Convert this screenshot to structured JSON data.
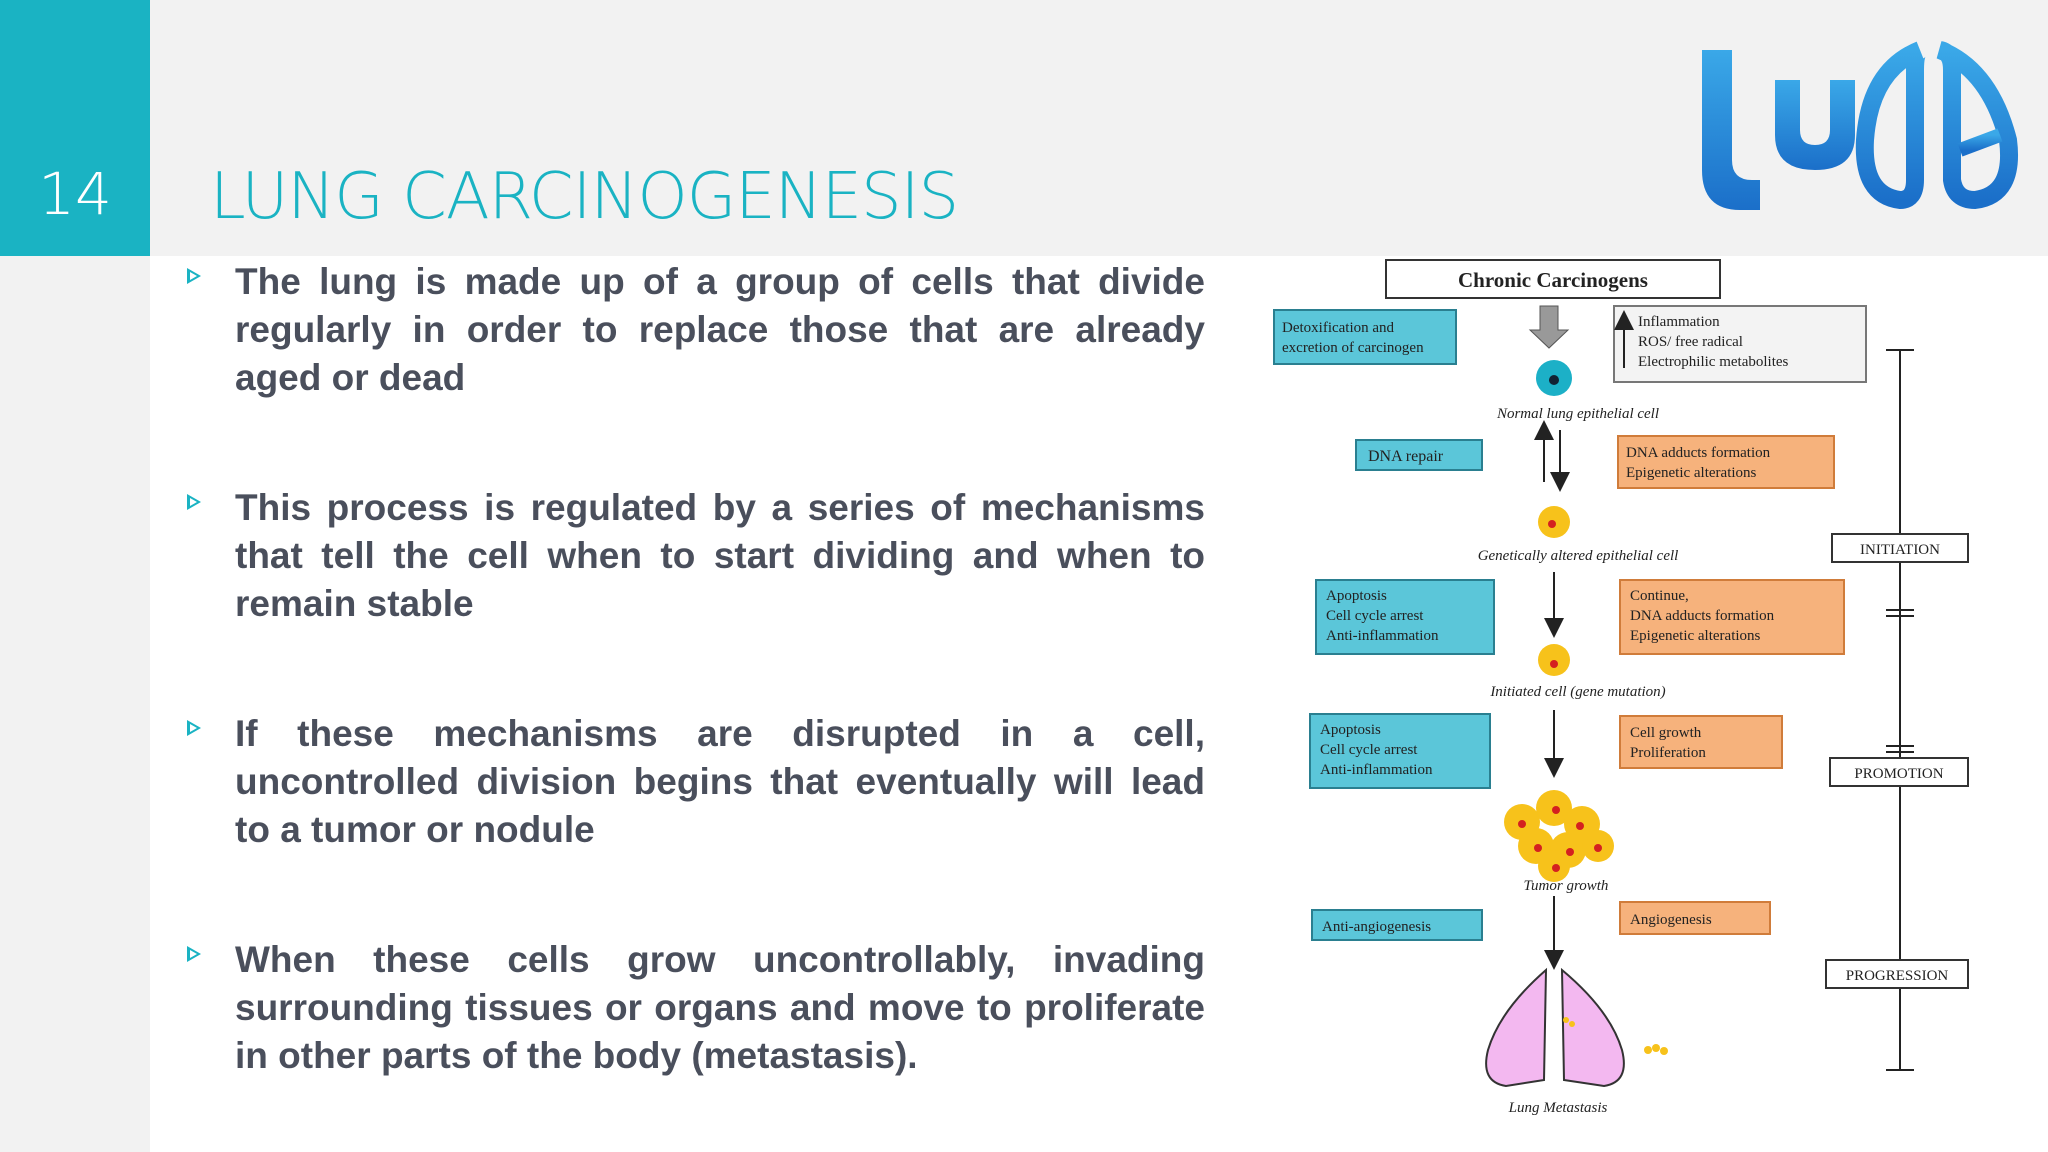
{
  "slide": {
    "number": "14",
    "title": "LUNG CARCINOGENESIS"
  },
  "bullets": [
    "The lung is made up of a group of cells that divide regularly in order to replace those that are already aged or dead",
    "This process is regulated by a series of mechanisms that tell the cell when to start dividing and when to remain stable",
    "If these mechanisms are disrupted in a cell, uncontrolled division begins that eventually will lead to a tumor or nodule",
    "When these cells grow uncontrollably, invading surrounding tissues or organs and move to proliferate in other parts of the body (metastasis)."
  ],
  "diagram": {
    "header": "Chronic Carcinogens",
    "detox": [
      "Detoxification and",
      "excretion of carcinogen"
    ],
    "inflammation": [
      "Inflammation",
      "ROS/ free radical",
      "Electrophilic metabolites"
    ],
    "normal_cell": "Normal lung epithelial cell",
    "dna_repair": "DNA repair",
    "dna_adducts": [
      "DNA adducts formation",
      "Epigenetic alterations"
    ],
    "altered_cell": "Genetically altered epithelial cell",
    "apoptosis1": [
      "Apoptosis",
      "Cell cycle arrest",
      "Anti-inflammation"
    ],
    "continue": [
      "Continue,",
      "DNA adducts formation",
      "Epigenetic alterations"
    ],
    "initiated_cell": "Initiated cell (gene mutation)",
    "apoptosis2": [
      "Apoptosis",
      "Cell cycle arrest",
      "Anti-inflammation"
    ],
    "cell_growth": [
      "Cell growth",
      "Proliferation"
    ],
    "tumor_growth": "Tumor growth",
    "anti_angio": "Anti-angiogenesis",
    "angio": "Angiogenesis",
    "metastasis": "Lung Metastasis",
    "stages": [
      "INITIATION",
      "PROMOTION",
      "PROGRESSION"
    ]
  },
  "colors": {
    "accent": "#1ab3c3",
    "blue_box": "#5bc6d9",
    "orange_box": "#f6b27c",
    "text": "#4a4f5c"
  }
}
